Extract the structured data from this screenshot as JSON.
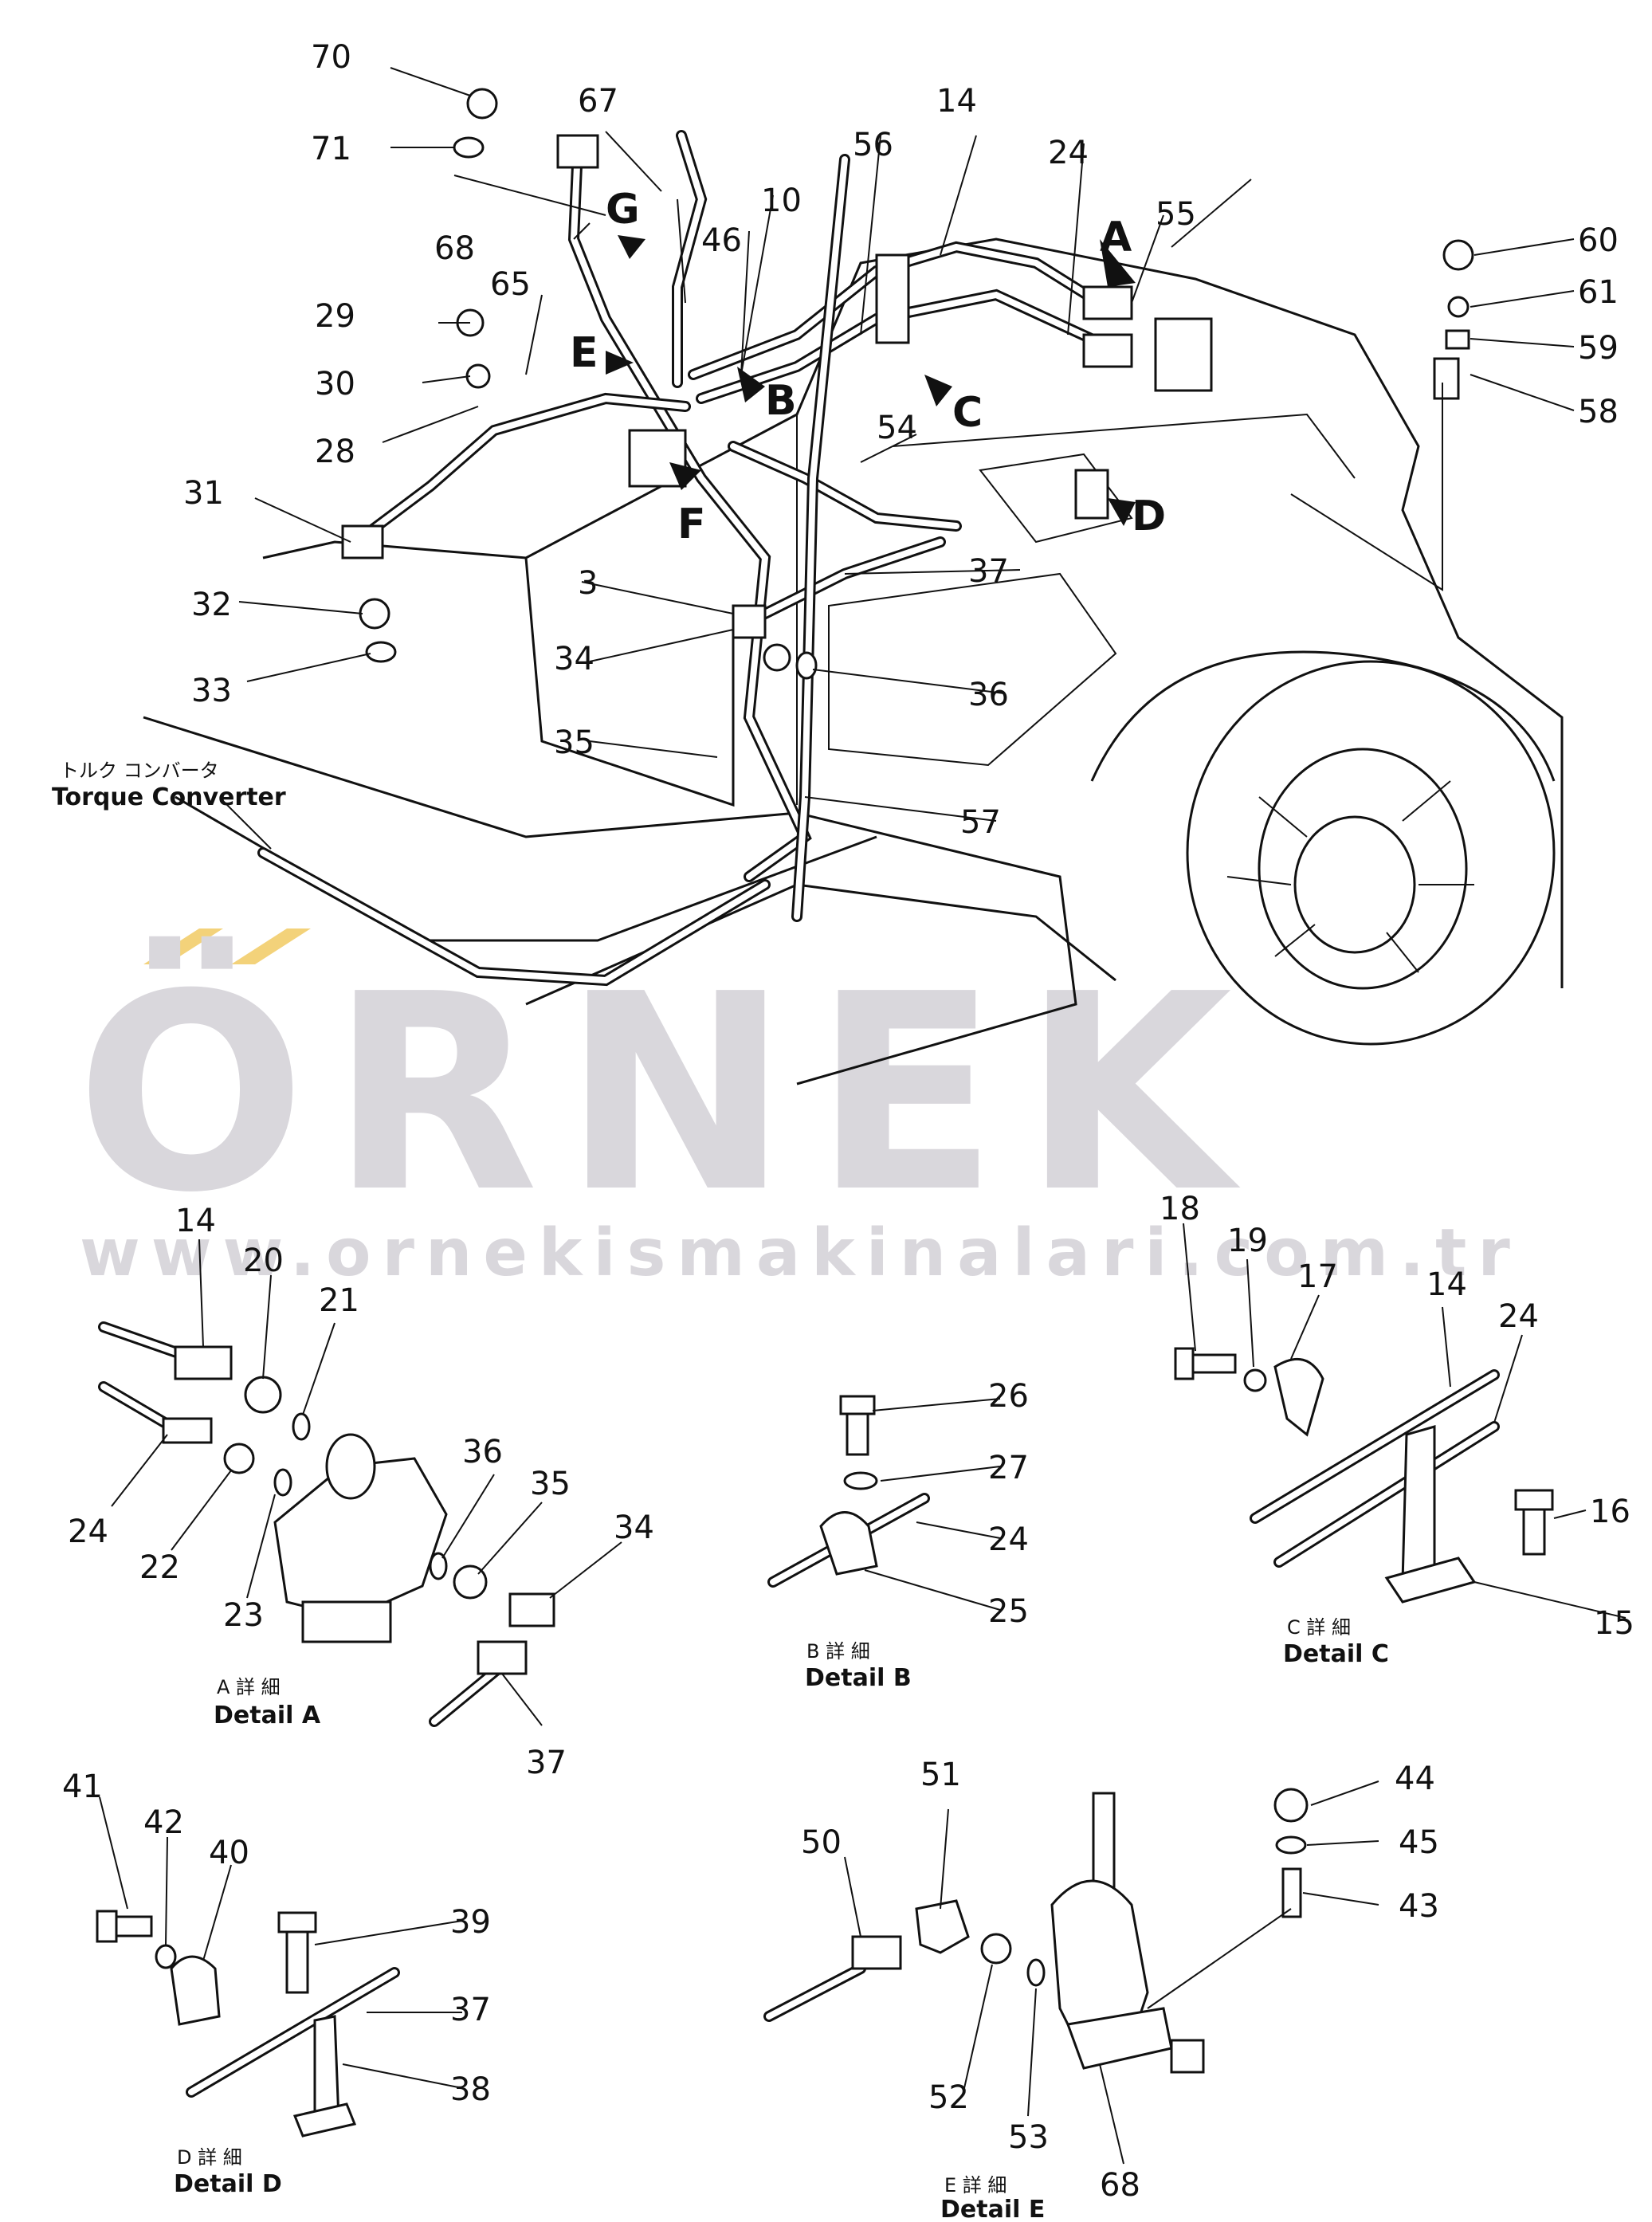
{
  "watermark": {
    "brand": "ÖRNEK",
    "url": "www.ornekismakinalari.com.tr",
    "accent_color": "#f3d27a",
    "text_color": "#d9d7dc"
  },
  "callout_letters": [
    "A",
    "B",
    "C",
    "D",
    "E",
    "F",
    "G"
  ],
  "torque_converter": {
    "label_jp": "トルク コンバータ",
    "label_en": "Torque Converter"
  },
  "main_numbers": [
    "70",
    "71",
    "67",
    "68",
    "14",
    "56",
    "24",
    "55",
    "10",
    "46",
    "29",
    "65",
    "30",
    "28",
    "31",
    "32",
    "33",
    "3",
    "34",
    "35",
    "37",
    "36",
    "54",
    "57",
    "60",
    "61",
    "59",
    "58"
  ],
  "details": {
    "A": {
      "jp": "A 詳 細",
      "en": "Detail A",
      "numbers": [
        "14",
        "20",
        "21",
        "24",
        "22",
        "23",
        "36",
        "35",
        "34",
        "37"
      ]
    },
    "B": {
      "jp": "B 詳 細",
      "en": "Detail B",
      "numbers": [
        "26",
        "27",
        "24",
        "25"
      ]
    },
    "C": {
      "jp": "C 詳 細",
      "en": "Detail C",
      "numbers": [
        "18",
        "19",
        "17",
        "14",
        "24",
        "16",
        "15"
      ]
    },
    "D": {
      "jp": "D 詳 細",
      "en": "Detail D",
      "numbers": [
        "41",
        "42",
        "40",
        "39",
        "37",
        "38"
      ]
    },
    "E": {
      "jp": "E 詳 細",
      "en": "Detail E",
      "numbers": [
        "51",
        "50",
        "44",
        "45",
        "43",
        "52",
        "53",
        "68"
      ]
    }
  }
}
